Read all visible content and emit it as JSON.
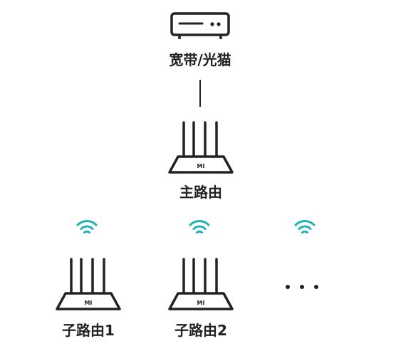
{
  "modem": {
    "label": "宽带/光猫",
    "icon": "modem-icon"
  },
  "main_router": {
    "label": "主路由",
    "brand": "MI",
    "icon": "router-icon"
  },
  "sub_routers": [
    {
      "label": "子路由1",
      "brand": "MI",
      "icon": "router-icon"
    },
    {
      "label": "子路由2",
      "brand": "MI",
      "icon": "router-icon"
    }
  ],
  "more_indicator": "ellipsis-icon",
  "wifi_icon": "wifi-icon",
  "colors": {
    "stroke": "#222222",
    "wifi": "#1fb3b8",
    "background": "#ffffff"
  }
}
